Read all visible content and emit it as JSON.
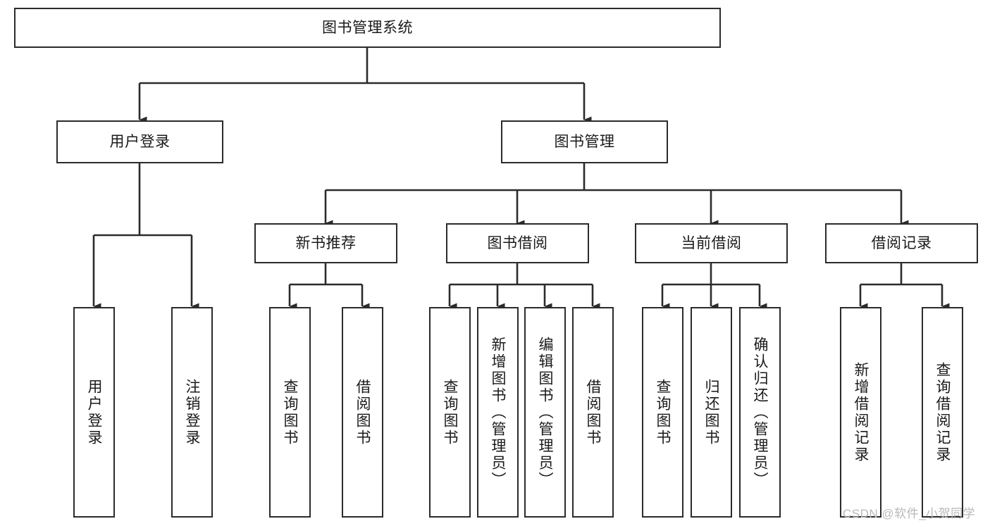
{
  "diagram": {
    "type": "tree-hierarchy-diagram",
    "title_node": {
      "label": "图书管理系统"
    },
    "level2": [
      {
        "id": "user-login",
        "label": "用户登录"
      },
      {
        "id": "book-management",
        "label": "图书管理"
      }
    ],
    "level3": [
      {
        "id": "new-book-recommend",
        "label": "新书推荐",
        "parent": "book-management"
      },
      {
        "id": "book-borrow",
        "label": "图书借阅",
        "parent": "book-management"
      },
      {
        "id": "current-borrow",
        "label": "当前借阅",
        "parent": "book-management"
      },
      {
        "id": "borrow-record",
        "label": "借阅记录",
        "parent": "book-management"
      }
    ],
    "leaves": [
      {
        "id": "leaf-user-login",
        "label": "用户登录",
        "parent": "user-login"
      },
      {
        "id": "leaf-logout-login",
        "label": "注销登录",
        "parent": "user-login"
      },
      {
        "id": "leaf-query-book-1",
        "label": "查询图书",
        "parent": "new-book-recommend"
      },
      {
        "id": "leaf-borrow-book-1",
        "label": "借阅图书",
        "parent": "new-book-recommend"
      },
      {
        "id": "leaf-query-book-2",
        "label": "查询图书",
        "parent": "book-borrow"
      },
      {
        "id": "leaf-add-book",
        "label": "新增图书（管理员）",
        "parent": "book-borrow"
      },
      {
        "id": "leaf-edit-book",
        "label": "编辑图书（管理员）",
        "parent": "book-borrow"
      },
      {
        "id": "leaf-borrow-book-2",
        "label": "借阅图书",
        "parent": "book-borrow"
      },
      {
        "id": "leaf-query-book-3",
        "label": "查询图书",
        "parent": "current-borrow"
      },
      {
        "id": "leaf-return-book",
        "label": "归还图书",
        "parent": "current-borrow"
      },
      {
        "id": "leaf-confirm-return",
        "label": "确认归还（管理员）",
        "parent": "current-borrow"
      },
      {
        "id": "leaf-add-record",
        "label": "新增借阅记录",
        "parent": "borrow-record"
      },
      {
        "id": "leaf-query-record",
        "label": "查询借阅记录",
        "parent": "borrow-record"
      }
    ],
    "watermark": "CSDN @软件_小贺同学",
    "colors": {
      "stroke": "#2b2b2b",
      "box_fill": "#ffffff",
      "text": "#1a1a1a",
      "watermark": "#b8b8b8",
      "background": "#ffffff"
    }
  }
}
